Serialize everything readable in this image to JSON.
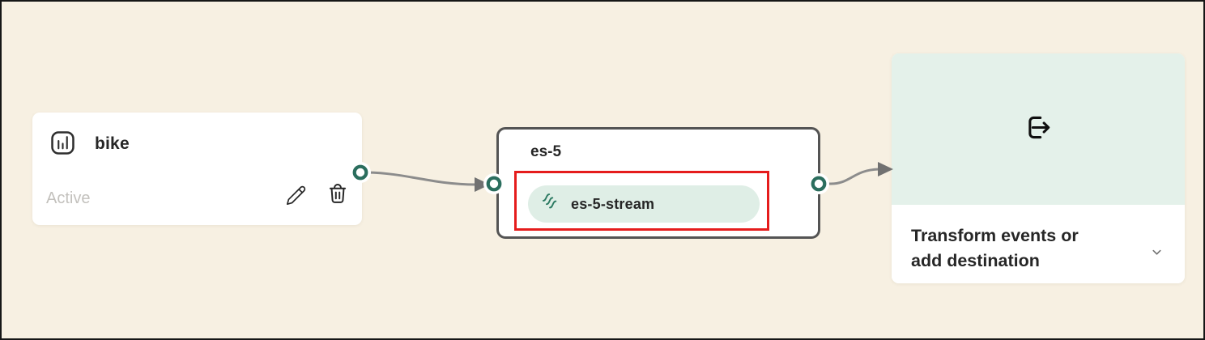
{
  "canvas": {
    "background": "#f7f0e2",
    "frame_color": "#161616",
    "edge_color": "#8c8c8c",
    "port_color": "#2b6e5e"
  },
  "source_node": {
    "title": "bike",
    "status": "Active",
    "type_icon": "bar-chart-datasource",
    "actions": [
      {
        "name": "edit",
        "icon": "pencil"
      },
      {
        "name": "delete",
        "icon": "trash"
      }
    ]
  },
  "stream_node": {
    "title": "es-5",
    "stream_label": "es-5-stream",
    "stream_icon": "stream-waves",
    "pill_background": "#dfeee6",
    "border_color": "#545454",
    "highlight_color": "#e51c1c"
  },
  "destination_node": {
    "icon": "export-arrow",
    "header_background": "#e4f1ea",
    "menu_lines": [
      "Transform events or",
      "add destination"
    ],
    "chevron": "down"
  }
}
